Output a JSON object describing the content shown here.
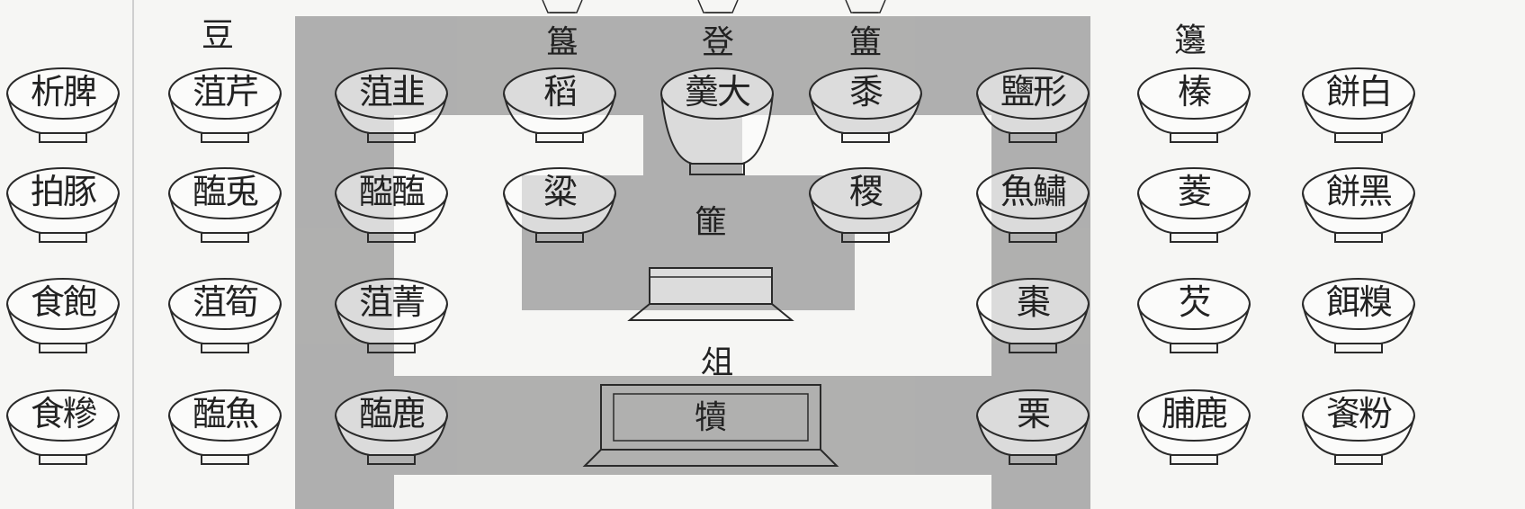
{
  "colors": {
    "paper": "#f6f6f4",
    "ink": "#2a2a2a",
    "watermark": "#9e9e9e"
  },
  "headers": {
    "dou": "豆",
    "gui": "簋",
    "deng": "登",
    "fu": "簠",
    "bian": "籩"
  },
  "center": {
    "fei": "篚",
    "zu": "俎",
    "zu_content": "犢"
  },
  "bowls": {
    "c1": [
      "析脾",
      "拍豚",
      "食飽",
      "食糝"
    ],
    "c2": [
      "菹芹",
      "醢兎",
      "菹筍",
      "醢魚"
    ],
    "c3": [
      "菹韭",
      "醓醢",
      "菹菁",
      "醢鹿"
    ],
    "c4": [
      "稻",
      "粱"
    ],
    "c5": [
      "羹大"
    ],
    "c6": [
      "黍",
      "稷"
    ],
    "c7": [
      "鹽形",
      "魚鱐",
      "棗",
      "栗"
    ],
    "c8": [
      "榛",
      "菱",
      "芡",
      "脯鹿"
    ],
    "c9": [
      "餅白",
      "餅黑",
      "餌糗",
      "餈粉"
    ]
  }
}
